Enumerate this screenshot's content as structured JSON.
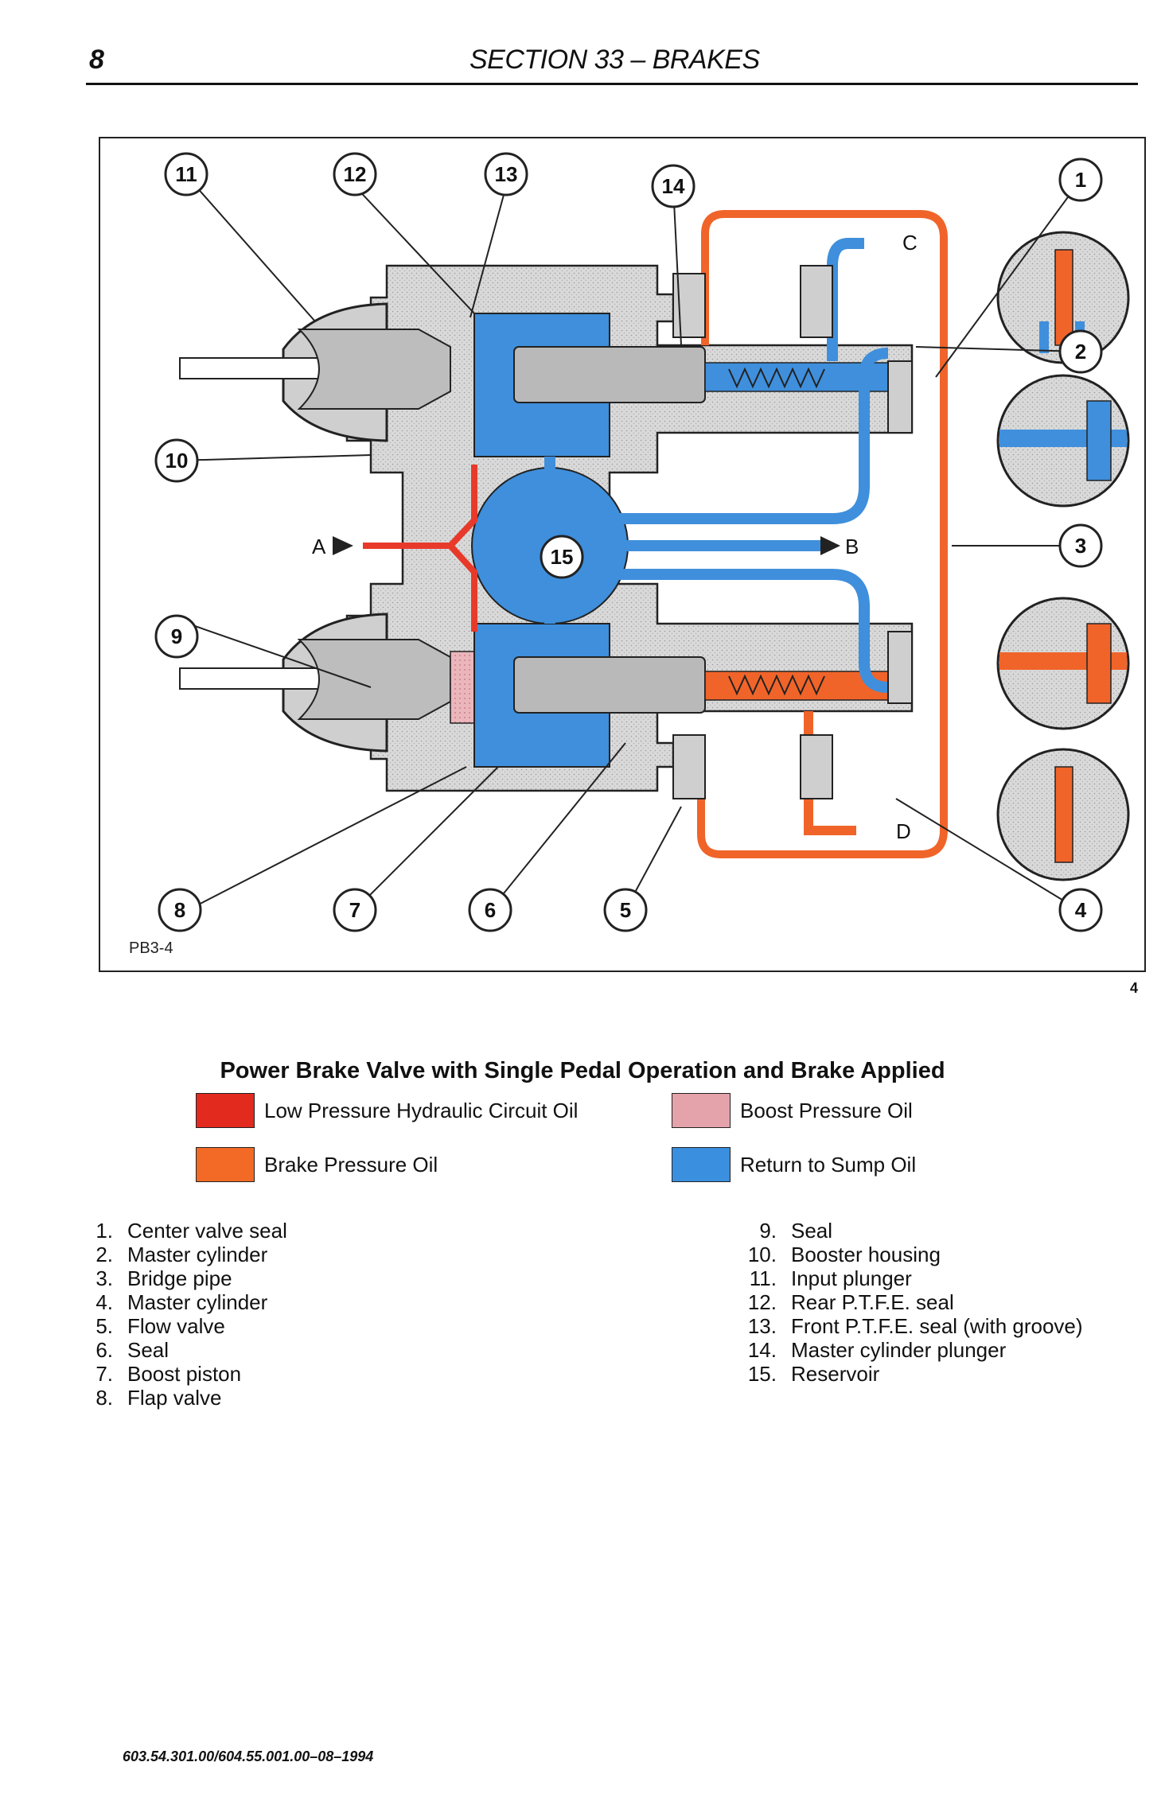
{
  "header": {
    "page_number": "8",
    "section_title": "SECTION 33 – BRAKES"
  },
  "figure": {
    "code": "PB3-4",
    "number": "4",
    "callouts": [
      "1",
      "2",
      "3",
      "4",
      "5",
      "6",
      "7",
      "8",
      "9",
      "10",
      "11",
      "12",
      "13",
      "14",
      "15"
    ],
    "port_labels": {
      "a": "A",
      "b": "B",
      "c": "C",
      "d": "D"
    },
    "colors": {
      "low_pressure": "#e83a2a",
      "brake_pressure": "#f0642a",
      "boost_pressure": "#e9b3b8",
      "return_to_sump": "#3f8fdc",
      "housing": "#d8d8d8"
    }
  },
  "caption": "Power Brake Valve with Single Pedal Operation and Brake Applied",
  "legend": [
    {
      "label": "Low Pressure Hydraulic Circuit Oil",
      "color": "#e32a1f"
    },
    {
      "label": "Boost Pressure Oil",
      "color": "#e4a3aa"
    },
    {
      "label": "Brake Pressure Oil",
      "color": "#f26a25"
    },
    {
      "label": "Return to Sump Oil",
      "color": "#3a8fde"
    }
  ],
  "parts_left": [
    {
      "n": "1.",
      "label": "Center valve seal"
    },
    {
      "n": "2.",
      "label": "Master cylinder"
    },
    {
      "n": "3.",
      "label": "Bridge pipe"
    },
    {
      "n": "4.",
      "label": "Master cylinder"
    },
    {
      "n": "5.",
      "label": "Flow valve"
    },
    {
      "n": "6.",
      "label": "Seal"
    },
    {
      "n": "7.",
      "label": "Boost piston"
    },
    {
      "n": "8.",
      "label": "Flap valve"
    }
  ],
  "parts_right": [
    {
      "n": "9.",
      "label": "Seal"
    },
    {
      "n": "10.",
      "label": "Booster housing"
    },
    {
      "n": "11.",
      "label": "Input plunger"
    },
    {
      "n": "12.",
      "label": "Rear P.T.F.E. seal"
    },
    {
      "n": "13.",
      "label": "Front P.T.F.E. seal (with groove)"
    },
    {
      "n": "14.",
      "label": "Master cylinder plunger"
    },
    {
      "n": "15.",
      "label": "Reservoir"
    }
  ],
  "footer": "603.54.301.00/604.55.001.00–08–1994"
}
